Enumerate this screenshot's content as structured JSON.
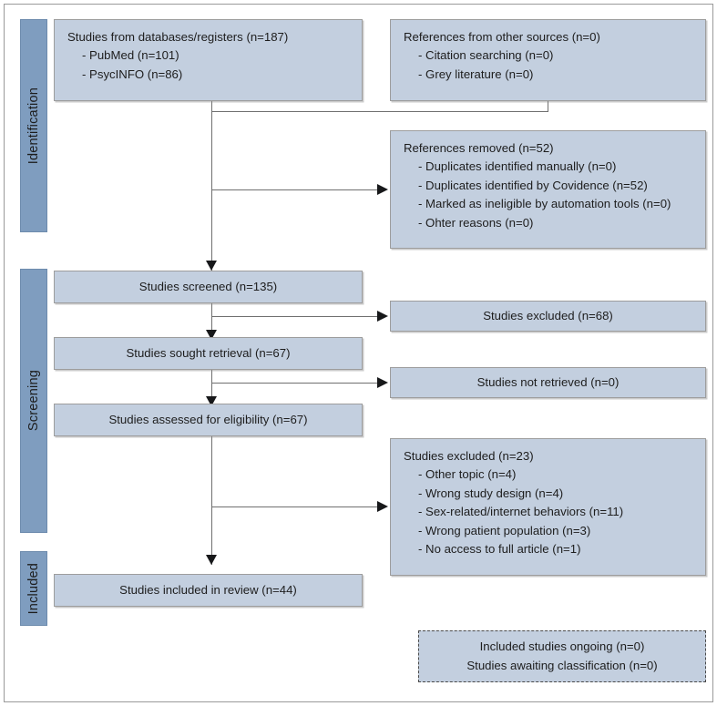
{
  "diagram": {
    "title": "PRISMA 2020 flow diagram",
    "colors": {
      "box_fill": "#c3cfdf",
      "box_border": "#9d9d9d",
      "stage_bar_fill": "#7f9dbf",
      "connector": "#6f6f6f",
      "arrow": "#17181a",
      "page_background": "#ffffff"
    }
  },
  "stages": [
    {
      "id": "identification",
      "label": "Identification"
    },
    {
      "id": "screening",
      "label": "Screening"
    },
    {
      "id": "included",
      "label": "Included"
    }
  ],
  "boxes": {
    "databases": {
      "title": "Studies from databases/registers (n=187)",
      "items": [
        "- PubMed (n=101)",
        "- PsycINFO (n=86)"
      ]
    },
    "other_sources": {
      "title": "References from other sources (n=0)",
      "items": [
        "- Citation searching (n=0)",
        "- Grey literature (n=0)"
      ]
    },
    "references_removed": {
      "title": "References removed (n=52)",
      "items": [
        "- Duplicates identified manually (n=0)",
        "- Duplicates identified by Covidence (n=52)",
        "- Marked as ineligible by automation tools (n=0)",
        "- Ohter reasons (n=0)"
      ]
    },
    "studies_screened": {
      "title": "Studies screened (n=135)"
    },
    "studies_excluded_screening": {
      "title": "Studies excluded (n=68)"
    },
    "studies_sought_retrieval": {
      "title": "Studies sought retrieval (n=67)"
    },
    "studies_not_retrieved": {
      "title": "Studies not retrieved (n=0)"
    },
    "studies_assessed_eligibility": {
      "title": "Studies assessed for eligibility (n=67)"
    },
    "studies_excluded_eligibility": {
      "title": "Studies excluded (n=23)",
      "items": [
        "- Other topic (n=4)",
        "- Wrong study design (n=4)",
        "- Sex-related/internet behaviors (n=11)",
        "- Wrong patient population (n=3)",
        "- No access to full article (n=1)"
      ]
    },
    "studies_included_review": {
      "title": "Studies included in review (n=44)"
    },
    "ongoing_awaiting": {
      "lines": [
        "Included studies ongoing (n=0)",
        "Studies awaiting classification (n=0)"
      ]
    }
  },
  "chart_data": {
    "type": "diagram",
    "title": "PRISMA 2020 flow diagram",
    "nodes": [
      {
        "id": "databases",
        "stage": "Identification",
        "label": "Studies from databases/registers",
        "n": 187,
        "children": [
          {
            "label": "PubMed",
            "n": 101
          },
          {
            "label": "PsycINFO",
            "n": 86
          }
        ]
      },
      {
        "id": "other_sources",
        "stage": "Identification",
        "label": "References from other sources",
        "n": 0,
        "children": [
          {
            "label": "Citation searching",
            "n": 0
          },
          {
            "label": "Grey literature",
            "n": 0
          }
        ]
      },
      {
        "id": "references_removed",
        "stage": "Identification",
        "label": "References removed",
        "n": 52,
        "children": [
          {
            "label": "Duplicates identified manually",
            "n": 0
          },
          {
            "label": "Duplicates identified by Covidence",
            "n": 52
          },
          {
            "label": "Marked as ineligible by automation tools",
            "n": 0
          },
          {
            "label": "Ohter reasons",
            "n": 0
          }
        ]
      },
      {
        "id": "studies_screened",
        "stage": "Screening",
        "label": "Studies screened",
        "n": 135
      },
      {
        "id": "studies_excluded_screening",
        "stage": "Screening",
        "label": "Studies excluded",
        "n": 68
      },
      {
        "id": "studies_sought_retrieval",
        "stage": "Screening",
        "label": "Studies sought retrieval",
        "n": 67
      },
      {
        "id": "studies_not_retrieved",
        "stage": "Screening",
        "label": "Studies not retrieved",
        "n": 0
      },
      {
        "id": "studies_assessed_eligibility",
        "stage": "Screening",
        "label": "Studies assessed for eligibility",
        "n": 67
      },
      {
        "id": "studies_excluded_eligibility",
        "stage": "Screening",
        "label": "Studies excluded",
        "n": 23,
        "children": [
          {
            "label": "Other topic",
            "n": 4
          },
          {
            "label": "Wrong study design",
            "n": 4
          },
          {
            "label": "Sex-related/internet behaviors",
            "n": 11
          },
          {
            "label": "Wrong patient population",
            "n": 3
          },
          {
            "label": "No access to full article",
            "n": 1
          }
        ]
      },
      {
        "id": "studies_included_review",
        "stage": "Included",
        "label": "Studies included in review",
        "n": 44
      },
      {
        "id": "included_studies_ongoing",
        "stage": "Included",
        "label": "Included studies ongoing",
        "n": 0
      },
      {
        "id": "studies_awaiting_classification",
        "stage": "Included",
        "label": "Studies awaiting classification",
        "n": 0
      }
    ],
    "edges": [
      {
        "from": "databases",
        "to": "references_removed"
      },
      {
        "from": "other_sources",
        "to": "references_removed"
      },
      {
        "from": "databases",
        "to": "studies_screened"
      },
      {
        "from": "studies_screened",
        "to": "studies_excluded_screening"
      },
      {
        "from": "studies_screened",
        "to": "studies_sought_retrieval"
      },
      {
        "from": "studies_sought_retrieval",
        "to": "studies_not_retrieved"
      },
      {
        "from": "studies_sought_retrieval",
        "to": "studies_assessed_eligibility"
      },
      {
        "from": "studies_assessed_eligibility",
        "to": "studies_excluded_eligibility"
      },
      {
        "from": "studies_assessed_eligibility",
        "to": "studies_included_review"
      }
    ]
  }
}
